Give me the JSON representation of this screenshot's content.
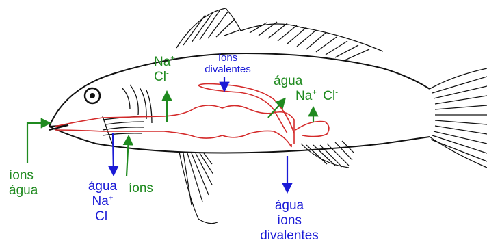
{
  "colors": {
    "green": "#1f8a1f",
    "blue": "#1a1ad6",
    "red": "#d42a2a",
    "outline": "#111111"
  },
  "labels": {
    "ions_water_in": {
      "line1": "íons",
      "line2": "água"
    },
    "gill_out": {
      "line1": "água",
      "ion1": "Na",
      "ion1_charge": "+",
      "ion2": "Cl",
      "ion2_charge": "-"
    },
    "gill_in": {
      "text": "íons"
    },
    "top_secreted": {
      "ion1": "Na",
      "ion1_charge": "+",
      "ion2": "Cl",
      "ion2_charge": "-"
    },
    "divalent_in": {
      "line1": "íons",
      "line2": "divalentes"
    },
    "kidney": {
      "water": "água",
      "ion1": "Na",
      "ion1_charge": "+",
      "ion2": "Cl",
      "ion2_charge": "-"
    },
    "urine": {
      "line1": "água",
      "line2": "íons",
      "line3": "divalentes"
    }
  }
}
